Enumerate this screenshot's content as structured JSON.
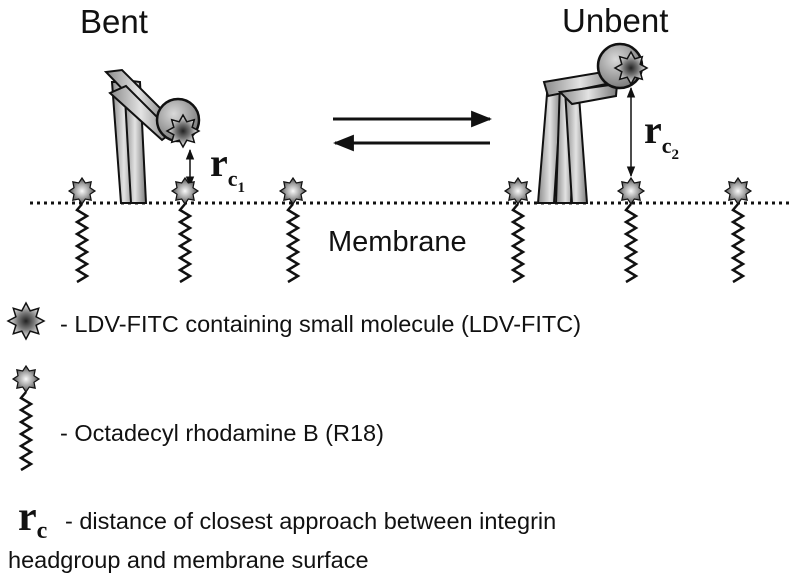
{
  "labels": {
    "bent": "Bent",
    "unbent": "Unbent",
    "membrane": "Membrane",
    "rc_symbol": "r",
    "rc_sub": "c",
    "rc1_index": "1",
    "rc2_index": "2"
  },
  "legend": {
    "ldv_fitc": "- LDV-FITC containing small molecule (LDV-FITC)",
    "r18": "- Octadecyl rhodamine B (R18)",
    "rc_def_line1": "- distance of closest approach between integrin",
    "rc_def_line2": "headgroup and membrane surface"
  },
  "colors": {
    "ink": "#111111",
    "leg_dark": "#6e6e6e",
    "leg_light": "#cfcfcf",
    "head_fill": "#9a9a9a"
  }
}
